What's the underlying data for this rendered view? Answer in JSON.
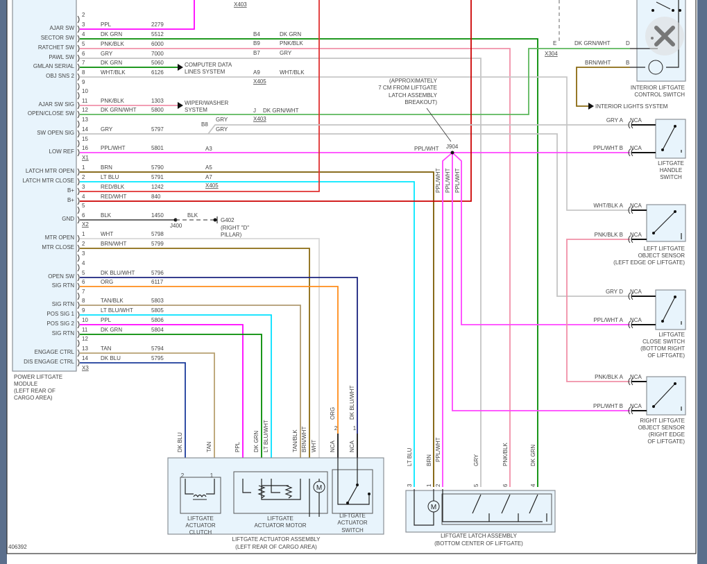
{
  "diagram_id": "406392",
  "module": {
    "name": [
      "POWER LIFTGATE",
      "MODULE",
      "(LEFT REAR OF",
      "CARGO AREA)"
    ],
    "connectors": [
      "X1",
      "X2",
      "X3"
    ],
    "rows": [
      {
        "conn": "X1",
        "pin": "2",
        "wire": "",
        "circuit": "",
        "signal": ""
      },
      {
        "conn": "X1",
        "pin": "3",
        "wire": "PPL",
        "circuit": "2279",
        "signal": "AJAR SW"
      },
      {
        "conn": "X1",
        "pin": "4",
        "wire": "DK GRN",
        "circuit": "5512",
        "signal": "SECTOR SW"
      },
      {
        "conn": "X1",
        "pin": "5",
        "wire": "PNK/BLK",
        "circuit": "6000",
        "signal": "RATCHET SW"
      },
      {
        "conn": "X1",
        "pin": "6",
        "wire": "GRY",
        "circuit": "7000",
        "signal": "PAWL SW"
      },
      {
        "conn": "X1",
        "pin": "7",
        "wire": "DK GRN",
        "circuit": "5060",
        "signal": "GMLAN SERIAL"
      },
      {
        "conn": "X1",
        "pin": "8",
        "wire": "WHT/BLK",
        "circuit": "6126",
        "signal": "OBJ SNS 2"
      },
      {
        "conn": "X1",
        "pin": "9",
        "wire": "",
        "circuit": "",
        "signal": ""
      },
      {
        "conn": "X1",
        "pin": "10",
        "wire": "",
        "circuit": "",
        "signal": ""
      },
      {
        "conn": "X1",
        "pin": "11",
        "wire": "PNK/BLK",
        "circuit": "1303",
        "signal": "AJAR SW SIG"
      },
      {
        "conn": "X1",
        "pin": "12",
        "wire": "DK GRN/WHT",
        "circuit": "5800",
        "signal": "OPEN/CLOSE SW"
      },
      {
        "conn": "X1",
        "pin": "13",
        "wire": "",
        "circuit": "",
        "signal": ""
      },
      {
        "conn": "X1",
        "pin": "14",
        "wire": "GRY",
        "circuit": "5797",
        "signal": "SW OPEN SIG"
      },
      {
        "conn": "X1",
        "pin": "15",
        "wire": "",
        "circuit": "",
        "signal": ""
      },
      {
        "conn": "X1",
        "pin": "16",
        "wire": "PPL/WHT",
        "circuit": "5801",
        "signal": "LOW REF"
      },
      {
        "conn": "X2",
        "pin": "1",
        "wire": "BRN",
        "circuit": "5790",
        "signal": "LATCH MTR OPEN"
      },
      {
        "conn": "X2",
        "pin": "2",
        "wire": "LT BLU",
        "circuit": "5791",
        "signal": "LATCH MTR CLOSE"
      },
      {
        "conn": "X2",
        "pin": "3",
        "wire": "RED/BLK",
        "circuit": "1242",
        "signal": "B+"
      },
      {
        "conn": "X2",
        "pin": "4",
        "wire": "RED/WHT",
        "circuit": "840",
        "signal": "B+"
      },
      {
        "conn": "X2",
        "pin": "5",
        "wire": "",
        "circuit": "",
        "signal": ""
      },
      {
        "conn": "X2",
        "pin": "6",
        "wire": "BLK",
        "circuit": "1450",
        "signal": "GND"
      },
      {
        "conn": "X3",
        "pin": "1",
        "wire": "WHT",
        "circuit": "5798",
        "signal": "MTR OPEN"
      },
      {
        "conn": "X3",
        "pin": "2",
        "wire": "BRN/WHT",
        "circuit": "5799",
        "signal": "MTR CLOSE"
      },
      {
        "conn": "X3",
        "pin": "3",
        "wire": "",
        "circuit": "",
        "signal": ""
      },
      {
        "conn": "X3",
        "pin": "4",
        "wire": "",
        "circuit": "",
        "signal": ""
      },
      {
        "conn": "X3",
        "pin": "5",
        "wire": "DK BLU/WHT",
        "circuit": "5796",
        "signal": "OPEN SW"
      },
      {
        "conn": "X3",
        "pin": "6",
        "wire": "ORG",
        "circuit": "6117",
        "signal": "SIG RTN"
      },
      {
        "conn": "X3",
        "pin": "7",
        "wire": "",
        "circuit": "",
        "signal": ""
      },
      {
        "conn": "X3",
        "pin": "8",
        "wire": "TAN/BLK",
        "circuit": "5803",
        "signal": "SIG RTN"
      },
      {
        "conn": "X3",
        "pin": "9",
        "wire": "LT BLU/WHT",
        "circuit": "5805",
        "signal": "POS SIG 1"
      },
      {
        "conn": "X3",
        "pin": "10",
        "wire": "PPL",
        "circuit": "5806",
        "signal": "POS SIG 2"
      },
      {
        "conn": "X3",
        "pin": "11",
        "wire": "DK GRN",
        "circuit": "5804",
        "signal": "SIG RTN"
      },
      {
        "conn": "X3",
        "pin": "12",
        "wire": "",
        "circuit": "",
        "signal": ""
      },
      {
        "conn": "X3",
        "pin": "13",
        "wire": "TAN",
        "circuit": "5794",
        "signal": "ENGAGE CTRL"
      },
      {
        "conn": "X3",
        "pin": "14",
        "wire": "DK BLU",
        "circuit": "5795",
        "signal": "DIS ENGAGE CTRL"
      }
    ]
  },
  "wire_colors": {
    "PPL": "#ff00ff",
    "DK GRN": "#008a00",
    "PNK/BLK": "#f090a8",
    "GRY": "#c4c4c4",
    "WHT/BLK": "#c8c8c8",
    "DK GRN/WHT": "#5cb85c",
    "PPL/WHT": "#ff44ff",
    "BRN": "#7a5a00",
    "LT BLU": "#00e8ff",
    "RED/BLK": "#e03030",
    "RED/WHT": "#cc0000",
    "BLK": "#555555",
    "WHT": "#d8d8d8",
    "BRN/WHT": "#8a6a10",
    "DK BLU/WHT": "#1a237e",
    "ORG": "#ff8c1a",
    "TAN/BLK": "#b09a70",
    "LT BLU/WHT": "#00e0ff",
    "TAN": "#b8a070",
    "DK BLU": "#1a3a9a"
  },
  "inline": {
    "x403": "X403",
    "x405": "X405",
    "x304": "X304",
    "b4": "B4",
    "b9": "B9",
    "b7": "B7",
    "a9": "A9",
    "j": "J",
    "b8": "B8",
    "a3": "A3",
    "a5": "A5",
    "a7": "A7",
    "e": "E",
    "dk_grn": "DK GRN",
    "pnk_blk": "PNK/BLK",
    "gry": "GRY",
    "wht_blk": "WHT/BLK",
    "dk_grn_wht": "DK GRN/WHT",
    "ppl_wht": "PPL/WHT",
    "brn_wht": "BRN/WHT",
    "blk": "BLK"
  },
  "destinations": {
    "computer_data": [
      "COMPUTER DATA",
      "LINES SYSTEM"
    ],
    "wiper": [
      "WIPER/WASHER",
      "SYSTEM"
    ],
    "interior_lights": "INTERIOR LIGHTS SYSTEM"
  },
  "ground": {
    "splice": "J400",
    "ground": "G402",
    "location": [
      "(RIGHT \"D\"",
      "PILLAR)"
    ]
  },
  "splice_note": {
    "id": "J904",
    "text": [
      "(APPROXIMATELY",
      "7 CM FROM LIFTGATE",
      "LATCH ASSEMBLY",
      "BREAKOUT)"
    ]
  },
  "components": {
    "interior_switch": {
      "name": [
        "INTERIOR LIFTGATE",
        "CONTROL SWITCH"
      ],
      "pins": [
        {
          "wire": "DK GRN/WHT",
          "pin": "D"
        },
        {
          "wire": "BRN/WHT",
          "pin": "B"
        }
      ]
    },
    "handle_switch": {
      "name": [
        "LIFTGATE",
        "HANDLE",
        "SWITCH"
      ],
      "pins": [
        {
          "wire": "GRY",
          "pin": "A",
          "nca": "NCA"
        },
        {
          "wire": "PPL/WHT",
          "pin": "B",
          "nca": "NCA"
        }
      ]
    },
    "left_sensor": {
      "name": [
        "LEFT LIFTGATE",
        "OBJECT SENSOR",
        "(LEFT EDGE OF LIFTGATE)"
      ],
      "pins": [
        {
          "wire": "WHT/BLK",
          "pin": "A",
          "nca": "NCA"
        },
        {
          "wire": "PNK/BLK",
          "pin": "B",
          "nca": "NCA"
        }
      ]
    },
    "close_switch": {
      "name": [
        "LIFTGATE",
        "CLOSE SWITCH",
        "(BOTTOM RIGHT",
        "OF LIFTGATE)"
      ],
      "pins": [
        {
          "wire": "GRY",
          "pin": "D",
          "nca": "NCA"
        },
        {
          "wire": "PPL/WHT",
          "pin": "A",
          "nca": "NCA"
        }
      ]
    },
    "right_sensor": {
      "name": [
        "RIGHT LIFTGATE",
        "OBJECT SENSOR",
        "(RIGHT EDGE",
        "OF LIFTGATE)"
      ],
      "pins": [
        {
          "wire": "PNK/BLK",
          "pin": "A",
          "nca": "NCA"
        },
        {
          "wire": "PPL/WHT",
          "pin": "B",
          "nca": "NCA"
        }
      ]
    },
    "actuator_assembly": {
      "name": [
        "LIFTGATE ACTUATOR ASSEMBLY",
        "(LEFT REAR OF CARGO AREA)"
      ],
      "wires": [
        "DK BLU",
        "TAN",
        "PPL",
        "DK GRN",
        "LT BLU/WHT",
        "TAN/BLK",
        "BRN/WHT",
        "WHT",
        "NCA",
        "NCA",
        "ORG",
        "DK BLU/WHT"
      ],
      "pins": [
        "2",
        "1",
        "2",
        "1"
      ],
      "clutch": [
        "LIFTGATE",
        "ACTUATOR",
        "CLUTCH"
      ],
      "motor": [
        "LIFTGATE",
        "ACTUATOR MOTOR"
      ],
      "switch": [
        "LIFTGATE",
        "ACTUATOR",
        "SWITCH"
      ],
      "motor_symbol": "M"
    },
    "latch_assembly": {
      "name": [
        "LIFTGATE LATCH ASSEMBLY",
        "(BOTTOM CENTER OF LIFTGATE)"
      ],
      "wires": [
        "LT BLU",
        "BRN",
        "PPL/WHT",
        "GRY",
        "PNK/BLK",
        "DK GRN"
      ],
      "pins": [
        "3",
        "1",
        "2",
        "5",
        "6",
        "4"
      ],
      "motor_symbol": "M"
    }
  },
  "close_overlay_icon": "close-x-icon"
}
